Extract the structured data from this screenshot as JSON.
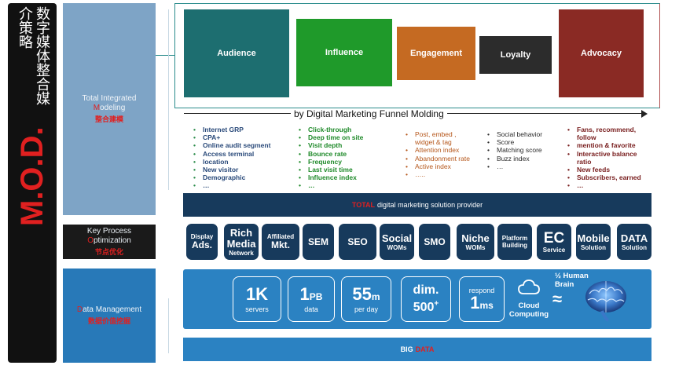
{
  "left": {
    "cn_title": "数字媒体整合媒介策略",
    "mod": "M.O.D."
  },
  "side": {
    "tim": {
      "line1": "Total Integrated",
      "line2_initial": "M",
      "line2_rest": "odeling",
      "cn": "整合建模"
    },
    "kpo": {
      "line1": "Key Process",
      "line2_initial": "O",
      "line2_rest": "ptimization",
      "cn": "节点优化"
    },
    "dm": {
      "initial": "D",
      "rest": "ata Management",
      "cn": "数据价值挖掘"
    }
  },
  "funnel": {
    "stages": [
      "Audience",
      "Influence",
      "Engagement",
      "Loyalty",
      "Advocacy"
    ],
    "caption": "by Digital Marketing Funnel Molding",
    "colors": {
      "audience": "#1d6e70",
      "influence": "#1f9a2a",
      "engagement": "#c56a22",
      "loyalty": "#2c2c2c",
      "advocacy": "#8a2a24"
    }
  },
  "metrics": {
    "col1": [
      "Internet GRP",
      "CPA+",
      "Online audit segment",
      "Access terminal",
      "location",
      "New visitor",
      "Demographic",
      "…"
    ],
    "col2": [
      "Click-through",
      "Deep time on site",
      "Visit depth",
      "Bounce rate",
      "Frequency",
      "Last visit time",
      "Influence index",
      "…"
    ],
    "col3": [
      "Post, embed , widget & tag",
      "Attention index",
      "Abandonment rate",
      "Active index",
      "….."
    ],
    "col4": [
      "Social behavior",
      "Score",
      "Matching score",
      "Buzz index",
      "…"
    ],
    "col5": [
      "Fans, recommend, follow",
      "mention & favorite",
      "Interactive balance ratio",
      "New feeds",
      "Subscribers, earned",
      "…"
    ]
  },
  "total_bar": {
    "highlight": "TOTAL",
    "rest": "digital marketing solution provider"
  },
  "process": [
    {
      "top": "Display",
      "main": "Ads."
    },
    {
      "top": "Rich",
      "main": "Media",
      "bottom": "Network"
    },
    {
      "top": "Affiliated",
      "main": "Mkt."
    },
    {
      "main": "SEM"
    },
    {
      "main": "SEO"
    },
    {
      "top": "Social",
      "main": "WOMs"
    },
    {
      "main": "SMO"
    },
    {
      "top": "Niche",
      "main": "WOMs"
    },
    {
      "top": "Platform",
      "main": "Building"
    },
    {
      "top": "EC",
      "main": "Service"
    },
    {
      "top": "Mobile",
      "main": "Solution"
    },
    {
      "top": "DATA",
      "main": "Solution"
    }
  ],
  "data_boxes": [
    {
      "big": "1K",
      "unit": "",
      "sub": "servers"
    },
    {
      "big": "1",
      "unit": "PB",
      "sub": "data"
    },
    {
      "big": "55",
      "unit": "m",
      "sub": "per day"
    },
    {
      "big": "dim.",
      "unit": "",
      "big2": "500",
      "sup": "+",
      "sub": ""
    },
    {
      "top": "respond",
      "big": "1",
      "unit": "ms",
      "sub": ""
    }
  ],
  "cloud": {
    "line1": "Cloud",
    "line2": "Computing"
  },
  "approx": "≈",
  "brain": {
    "line1": "½ Human",
    "line2": "Brain"
  },
  "bigdata": {
    "word1": "BIG",
    "word2": "DATA"
  },
  "icons": [
    "cloud-icon",
    "brain-icon"
  ],
  "accent_red": "#e02020"
}
